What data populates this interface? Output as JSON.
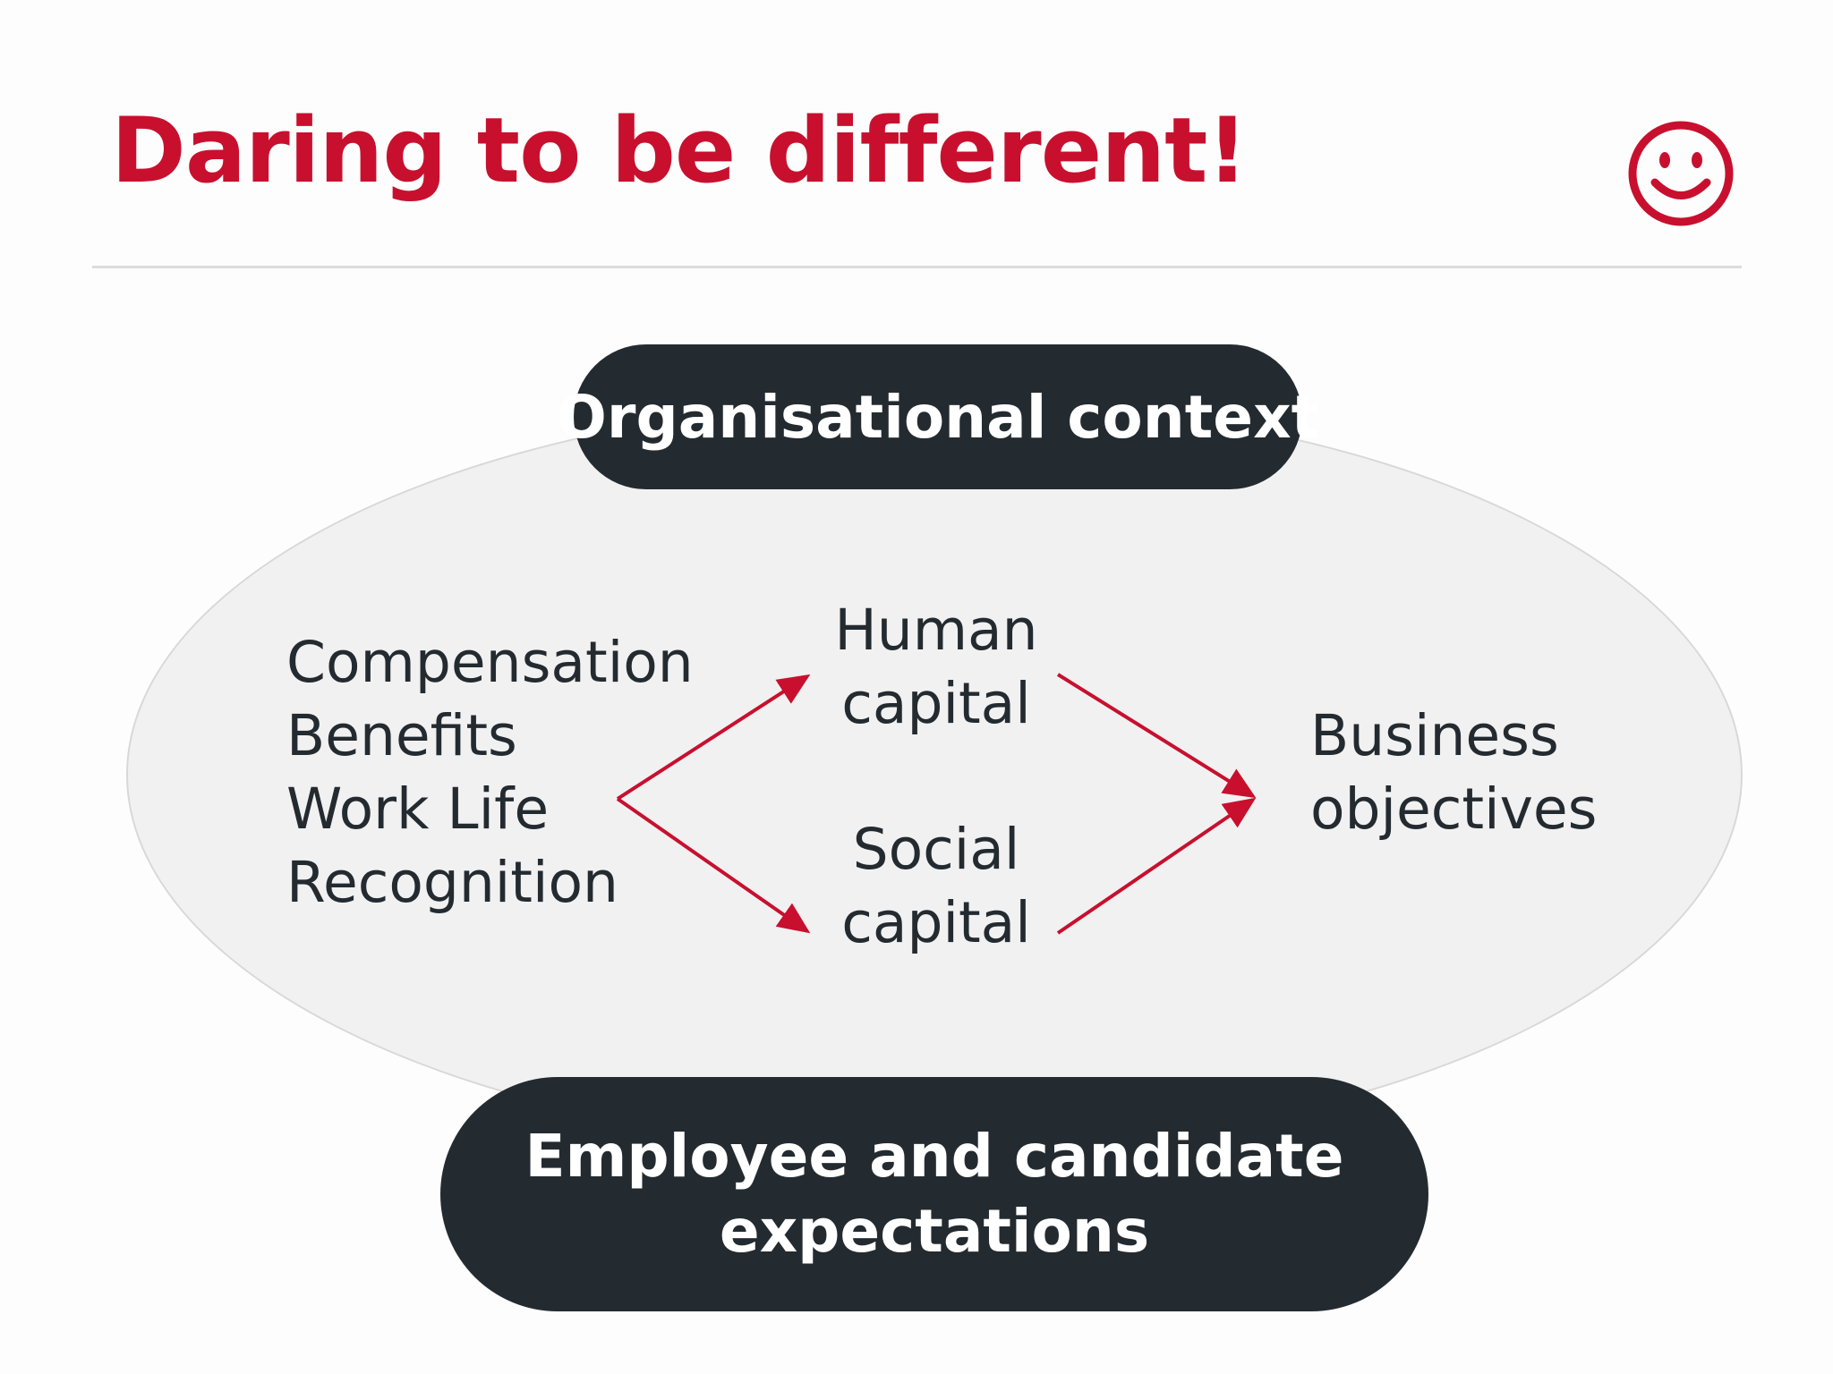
{
  "slide": {
    "title": "Daring to be different!",
    "icon": "smiley-face-icon"
  },
  "colors": {
    "accent": "#c8102e",
    "pill_background": "#242b30",
    "ellipse_fill": "#f1f1f2",
    "text": "#242b30"
  },
  "diagram": {
    "top_label": "Organisational context",
    "bottom_label": "Employee and candidate expectations",
    "inputs": [
      "Compensation",
      "Benefits",
      "Work Life",
      "Recognition"
    ],
    "human_capital": {
      "line1": "Human",
      "line2": "capital"
    },
    "social_capital": {
      "line1": "Social",
      "line2": "capital"
    },
    "business_objectives": {
      "line1": "Business",
      "line2": "objectives"
    }
  }
}
